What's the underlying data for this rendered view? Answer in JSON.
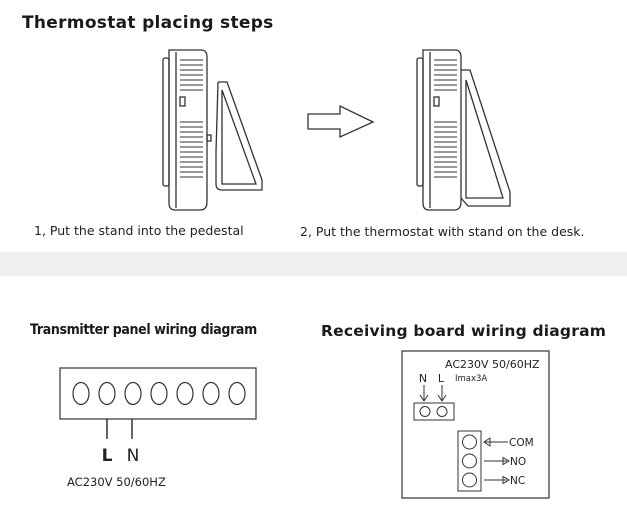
{
  "placing": {
    "title": "Thermostat placing steps",
    "step1_caption": "1, Put the stand into the pedestal",
    "step2_caption": "2, Put the thermostat with stand on the desk."
  },
  "transmitter": {
    "title": "Transmitter panel wiring diagram",
    "terminal_count": 7,
    "wire_L": "L",
    "wire_N": "N",
    "power": "AC230V 50/60HZ"
  },
  "receiver": {
    "title": "Receiving board wiring diagram",
    "power": "AC230V 50/60HZ",
    "input_N": "N",
    "input_L": "L",
    "imax": "Imax3A",
    "out_com": "COM",
    "out_no": "NO",
    "out_nc": "NC"
  },
  "colors": {
    "background": "#f0f0f0",
    "panel": "#ffffff",
    "line": "#333333"
  }
}
